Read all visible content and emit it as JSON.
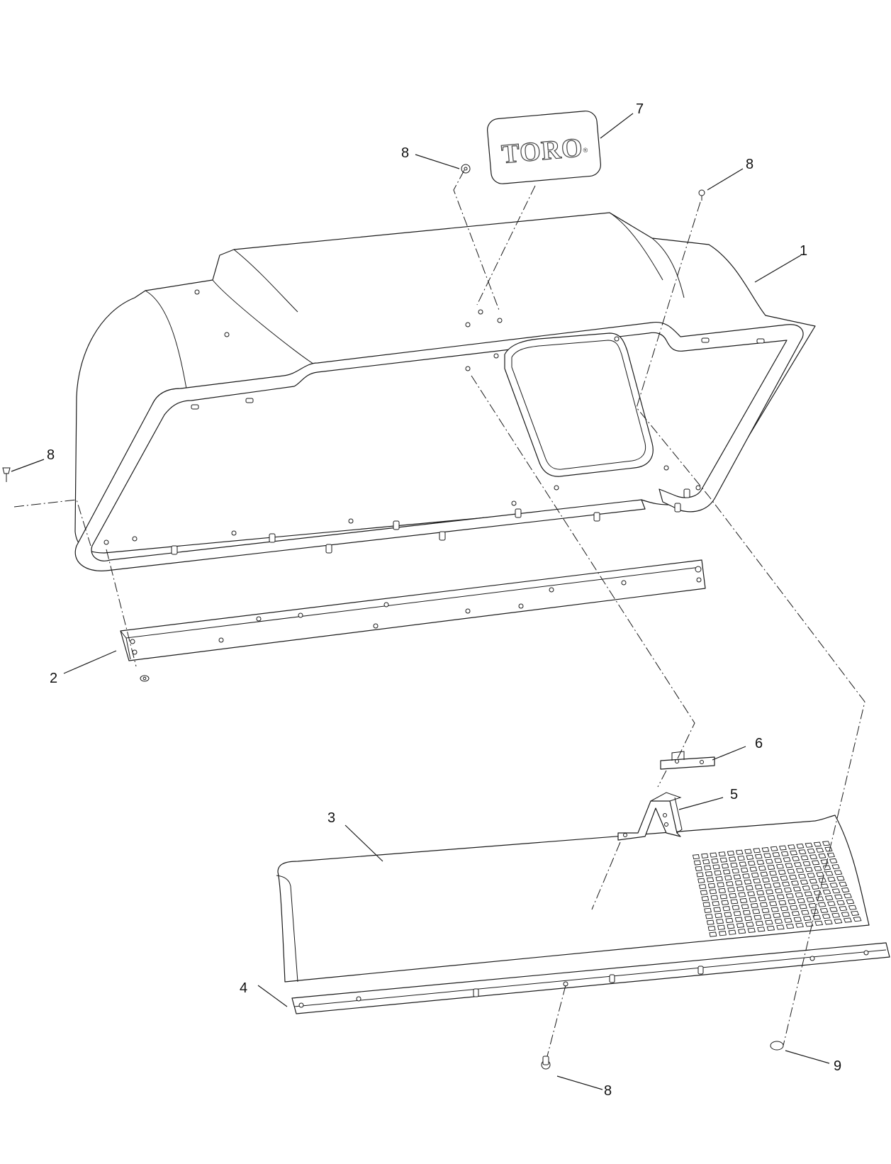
{
  "callouts": {
    "c1": "1",
    "c2": "2",
    "c3": "3",
    "c4": "4",
    "c5": "5",
    "c6": "6",
    "c7": "7",
    "c8a": "8",
    "c8b": "8",
    "c8c": "8",
    "c8d": "8",
    "c9": "9"
  },
  "decal": {
    "brand_text": "TORO",
    "registered_mark": "®"
  }
}
